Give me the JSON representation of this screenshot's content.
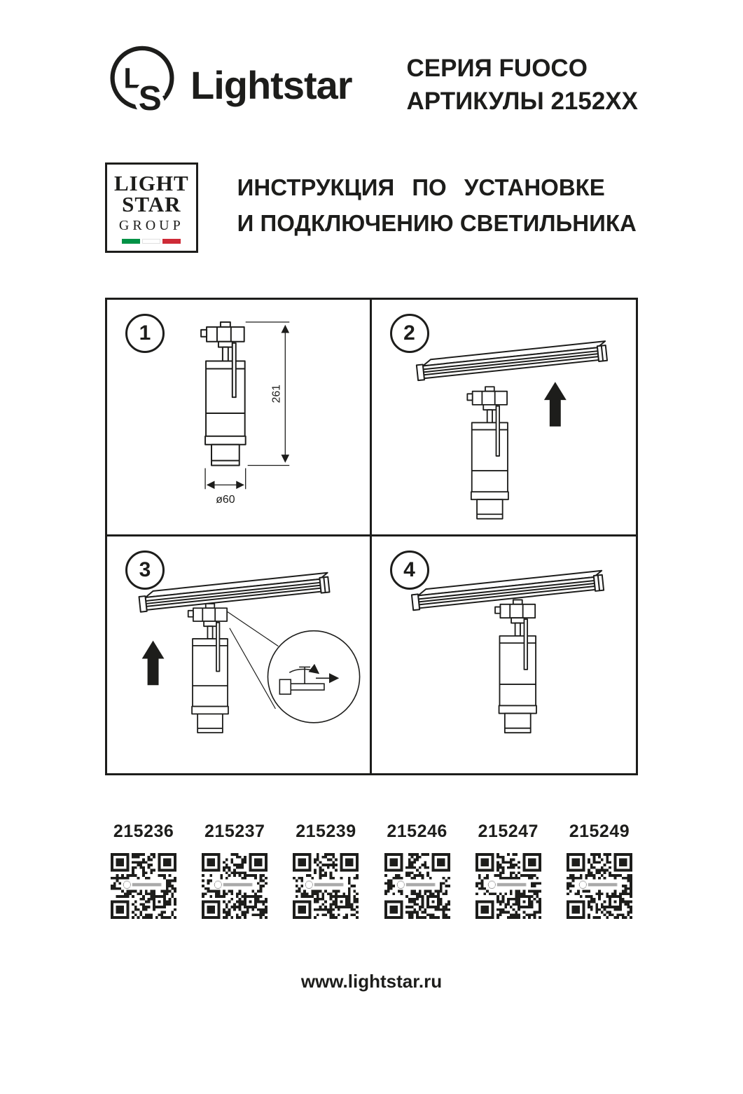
{
  "header": {
    "brand": "Lightstar",
    "series_line1": "СЕРИЯ FUOCO",
    "series_line2": "АРТИКУЛЫ 2152XX"
  },
  "group_logo": {
    "line1": "LIGHT",
    "line2": "STAR",
    "line3": "GROUP"
  },
  "title": {
    "line1": "ИНСТРУКЦИЯ ПО УСТАНОВКЕ",
    "line2": "И ПОДКЛЮЧЕНИЮ СВЕТИЛЬНИКА"
  },
  "steps": [
    {
      "number": "1",
      "dim_height_mm": "261",
      "dim_diameter": "ø60"
    },
    {
      "number": "2"
    },
    {
      "number": "3"
    },
    {
      "number": "4"
    }
  ],
  "articles": [
    "215236",
    "215237",
    "215239",
    "215246",
    "215247",
    "215249"
  ],
  "footer": {
    "url": "www.lightstar.ru"
  },
  "colors": {
    "ink": "#1d1d1b",
    "flag_green": "#009246",
    "flag_red": "#ce2b37"
  }
}
